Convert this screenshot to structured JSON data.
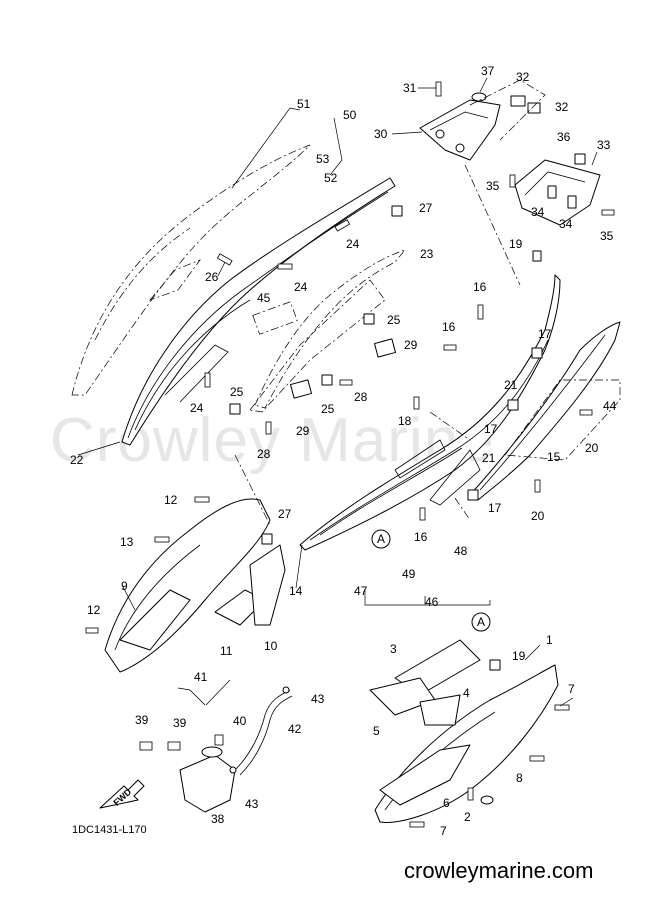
{
  "diagram": {
    "code": "1DC1431-L170",
    "watermark": "Crowley Marine",
    "website": "crowleymarine.com",
    "fwd_label": "FWD",
    "ref_marker": "A",
    "callouts": [
      "1",
      "2",
      "3",
      "4",
      "5",
      "6",
      "7",
      "7",
      "8",
      "9",
      "10",
      "11",
      "12",
      "12",
      "13",
      "14",
      "15",
      "16",
      "16",
      "16",
      "17",
      "17",
      "17",
      "18",
      "19",
      "19",
      "20",
      "20",
      "21",
      "21",
      "22",
      "23",
      "24",
      "24",
      "24",
      "25",
      "25",
      "25",
      "26",
      "27",
      "27",
      "28",
      "28",
      "29",
      "29",
      "30",
      "31",
      "32",
      "32",
      "33",
      "34",
      "34",
      "35",
      "35",
      "36",
      "37",
      "38",
      "39",
      "39",
      "40",
      "41",
      "42",
      "43",
      "43",
      "44",
      "45",
      "46",
      "47",
      "48",
      "49",
      "50",
      "51",
      "52",
      "53"
    ]
  }
}
